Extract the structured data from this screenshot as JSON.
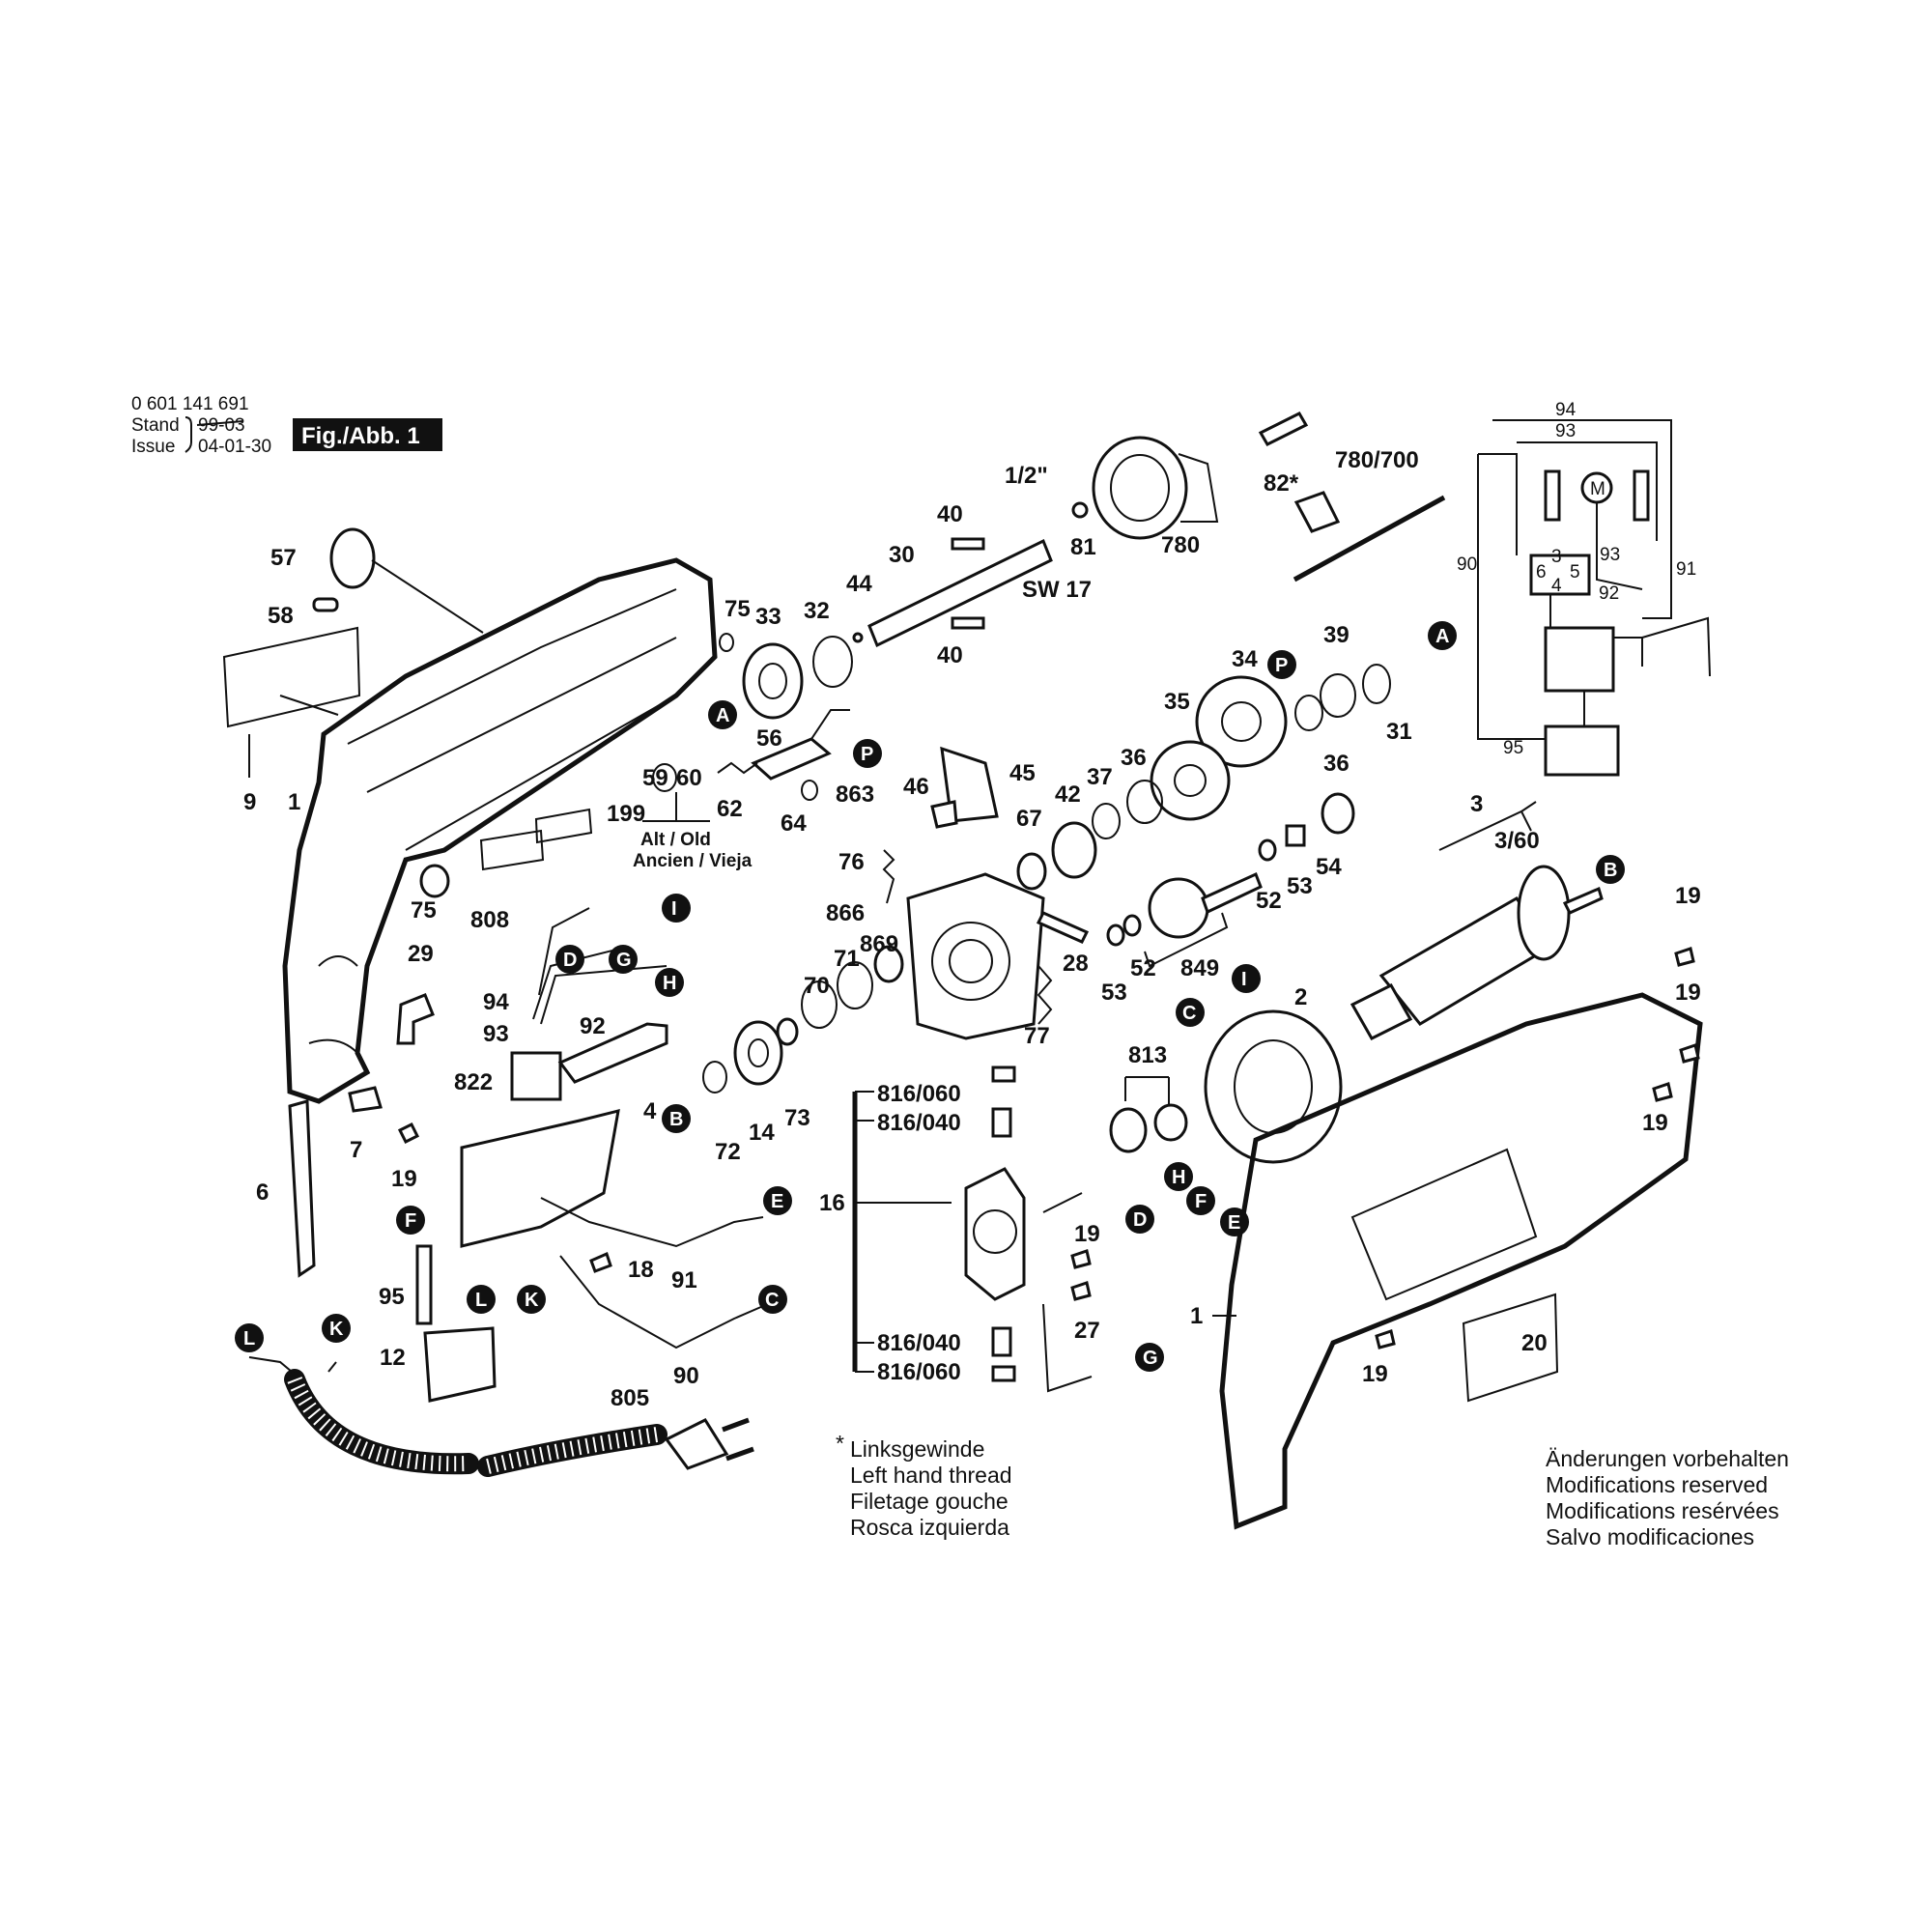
{
  "header": {
    "part_number": "0 601 141 691",
    "stand_label": "Stand",
    "stand_old_date": "99-03",
    "issue_label": "Issue",
    "issue_date": "04-01-30",
    "figure_label": "Fig./Abb. 1"
  },
  "callouts": {
    "c57": "57",
    "c58": "58",
    "c9": "9",
    "c1a": "1",
    "c75a": "75",
    "c33": "33",
    "c32": "32",
    "c44": "44",
    "c30": "30",
    "c40a": "40",
    "c40b": "40",
    "c81": "81",
    "sw17": "SW 17",
    "half": "1/2\"",
    "c780": "780",
    "c82": "82*",
    "c780_700": "780/700",
    "c56": "56",
    "c59": "59",
    "c60": "60",
    "c62": "62",
    "c64": "64",
    "c863": "863",
    "c199": "199",
    "alt_old": "Alt / Old",
    "ancien": "Ancien / Vieja",
    "c75b": "75",
    "c808": "808",
    "c29": "29",
    "c7": "7",
    "c19a": "19",
    "c6": "6",
    "c94": "94",
    "c93": "93",
    "c92": "92",
    "c822": "822",
    "c4": "4",
    "c18": "18",
    "c91": "91",
    "c95": "95",
    "c12": "12",
    "c90": "90",
    "c805": "805",
    "c39": "39",
    "c34": "34",
    "c31": "31",
    "c35": "35",
    "c36a": "36",
    "c36b": "36",
    "c45": "45",
    "c46": "46",
    "c37": "37",
    "c42": "42",
    "c67": "67",
    "c76": "76",
    "c866": "866",
    "c869": "869",
    "c71": "71",
    "c70": "70",
    "c14": "14",
    "c73": "73",
    "c72": "72",
    "c28": "28",
    "c77": "77",
    "c52a": "52",
    "c53a": "53",
    "c54": "54",
    "c52b": "52",
    "c53b": "53",
    "c849": "849",
    "c3": "3",
    "c3_60": "3/60",
    "c2": "2",
    "c813": "813",
    "c816_060a": "816/060",
    "c816_040a": "816/040",
    "c16": "16",
    "c816_040b": "816/040",
    "c816_060b": "816/060",
    "c19b": "19",
    "c27": "27",
    "c19c": "19",
    "c19d": "19",
    "c19e": "19",
    "c19f": "19",
    "c1b": "1",
    "c20": "20"
  },
  "markers": {
    "A": "A",
    "B": "B",
    "C": "C",
    "D": "D",
    "E": "E",
    "F": "F",
    "G": "G",
    "H": "H",
    "I": "I",
    "K": "K",
    "L": "L",
    "P": "P"
  },
  "schematic": {
    "n94": "94",
    "n93": "93",
    "n90": "90",
    "n91": "91",
    "n92": "92",
    "n93b": "93",
    "n95": "95",
    "m": "M",
    "t3": "3",
    "t4": "4",
    "t5": "5",
    "t6": "6"
  },
  "notes": {
    "footnote_star": "*",
    "footnote": [
      "Linksgewinde",
      "Left hand thread",
      "Filetage gouche",
      "Rosca izquierda"
    ],
    "modifications": [
      "Änderungen vorbehalten",
      "Modifications reserved",
      "Modifications resérvées",
      "Salvo modificaciones"
    ]
  }
}
